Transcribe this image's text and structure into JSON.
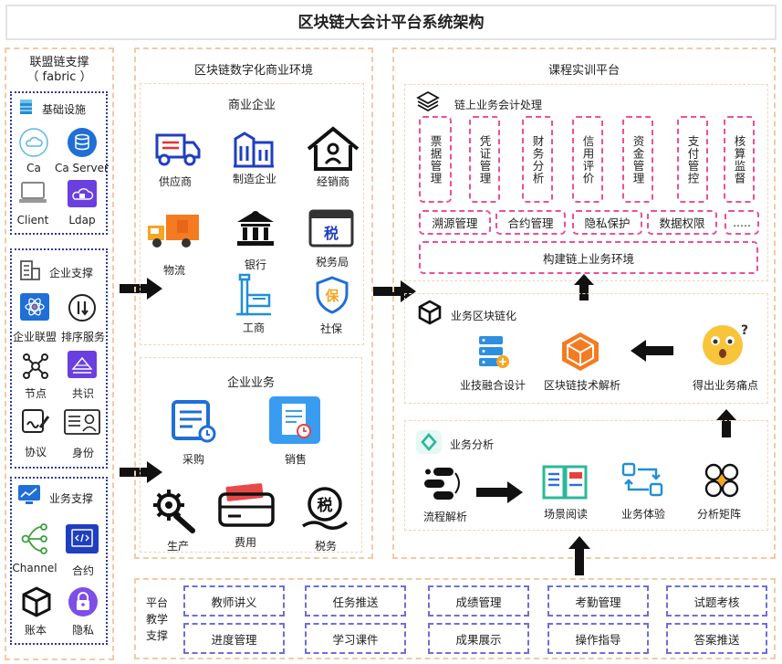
{
  "title": "区块链大会计平台系统架构",
  "left": {
    "title_line1": "联盟链支撑",
    "title_line2": "（ fabric ）",
    "infra": {
      "header": "基础设施",
      "items": [
        "Ca",
        "Ca Server",
        "Client",
        "Ldap"
      ]
    },
    "enterprise": {
      "header": "企业支撑",
      "items": [
        "企业联盟",
        "排序服务",
        "节点",
        "共识",
        "协议",
        "身份"
      ]
    },
    "business": {
      "header": "业务支撑",
      "items": [
        "Channel",
        "合约",
        "账本",
        "隐私"
      ]
    }
  },
  "middle": {
    "title": "区块链数字化商业环境",
    "commercial": {
      "header": "商业企业",
      "items": [
        "供应商",
        "制造企业",
        "经销商",
        "物流",
        "银行",
        "税务局",
        "工商",
        "社保"
      ]
    },
    "business": {
      "header": "企业业务",
      "items": [
        "采购",
        "销售",
        "生产",
        "费用",
        "税务"
      ]
    }
  },
  "right": {
    "title": "课程实训平台",
    "onchain": {
      "header": "链上业务会计处理",
      "vertical_items": [
        "票据管理",
        "凭证管理",
        "财务分析",
        "信用评价",
        "资金管理",
        "支付管控",
        "核算监督"
      ],
      "row_items": [
        "溯源管理",
        "合约管理",
        "隐私保护",
        "数据权限",
        "....."
      ],
      "build": "构建链上业务环境"
    },
    "chain": {
      "header": "业务区块链化",
      "items": [
        "业技融合设计",
        "区块链技术解析",
        "得出业务痛点"
      ]
    },
    "analysis": {
      "header": "业务分析",
      "items": [
        "流程解析",
        "场景阅读",
        "业务体验",
        "分析矩阵"
      ]
    }
  },
  "bottom": {
    "label": [
      "平台",
      "教学",
      "支撑"
    ],
    "items": [
      "教师讲义",
      "任务推送",
      "成绩管理",
      "考勤管理",
      "试题考核",
      "进度管理",
      "学习课件",
      "成果展示",
      "操作指导",
      "答案推送"
    ]
  },
  "colors": {
    "peach_border": "#f5c9a5",
    "blue_dotted": "#2d3a9e",
    "pink": "#ec4f9a",
    "lavender": "#6e6ed8",
    "orange": "#f47b20",
    "blue": "#1f6fd6"
  }
}
